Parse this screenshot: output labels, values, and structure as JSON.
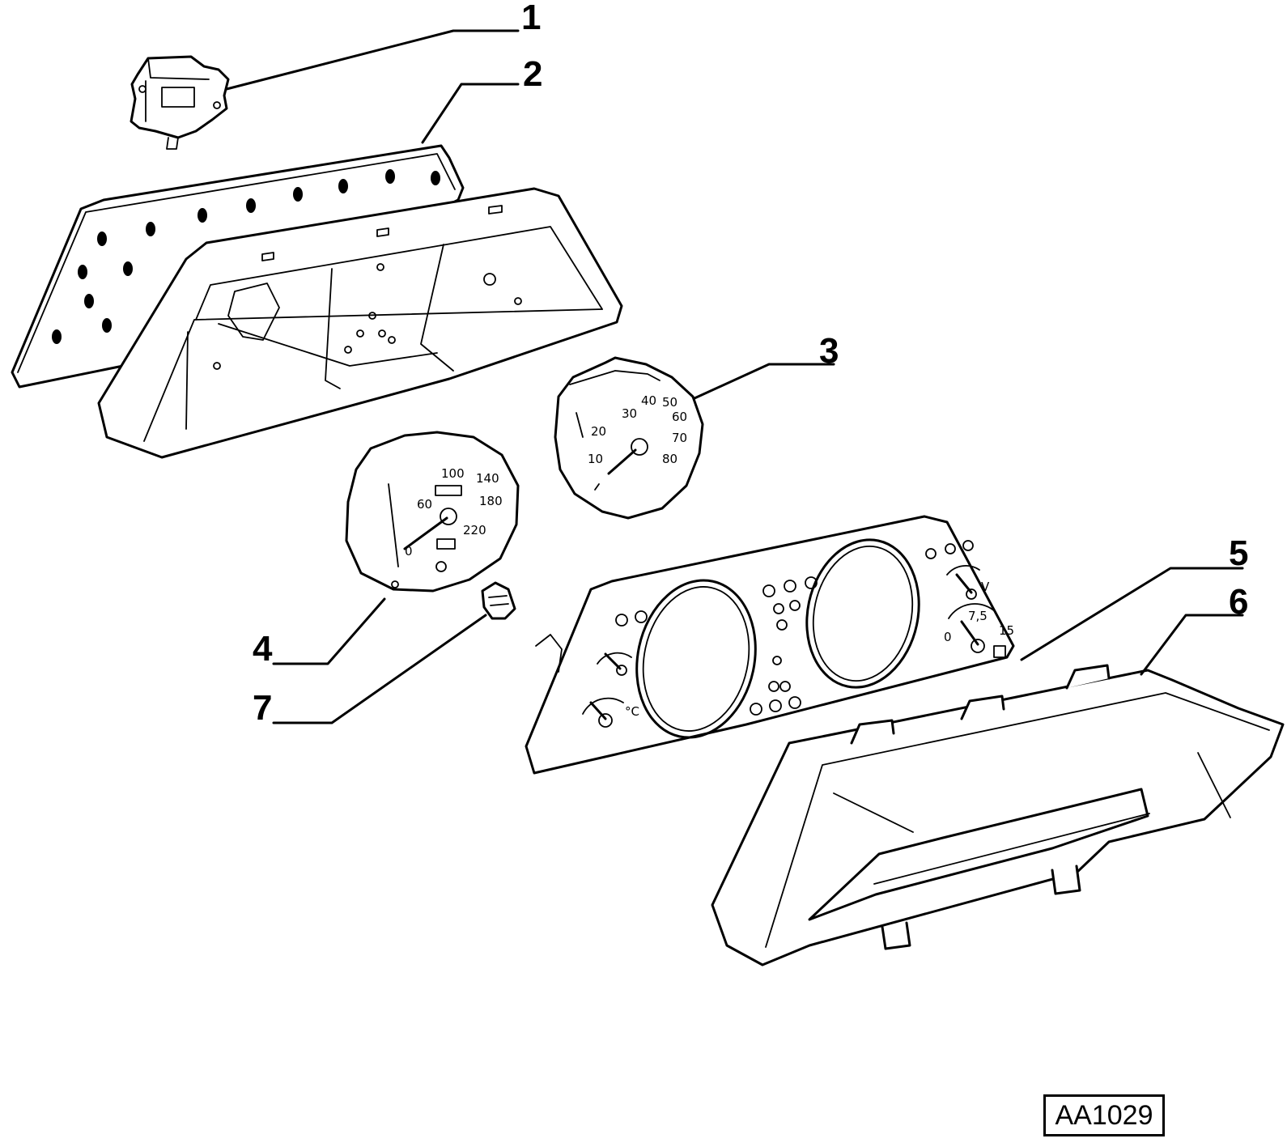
{
  "callouts": [
    "1",
    "2",
    "3",
    "4",
    "5",
    "6",
    "7"
  ],
  "reference_code": "AA1029",
  "tachometer_scale": [
    "10",
    "20",
    "30",
    "40",
    "50",
    "60",
    "70",
    "80"
  ],
  "speedometer_scale": [
    "0",
    "60",
    "100",
    "140",
    "180",
    "220"
  ],
  "fuel_gauge_scale": [
    "0",
    "7,5",
    "15"
  ],
  "voltmeter_symbol": "V",
  "temperature_unit": "°C",
  "stroke_color": "#000000",
  "background_color": "#ffffff"
}
